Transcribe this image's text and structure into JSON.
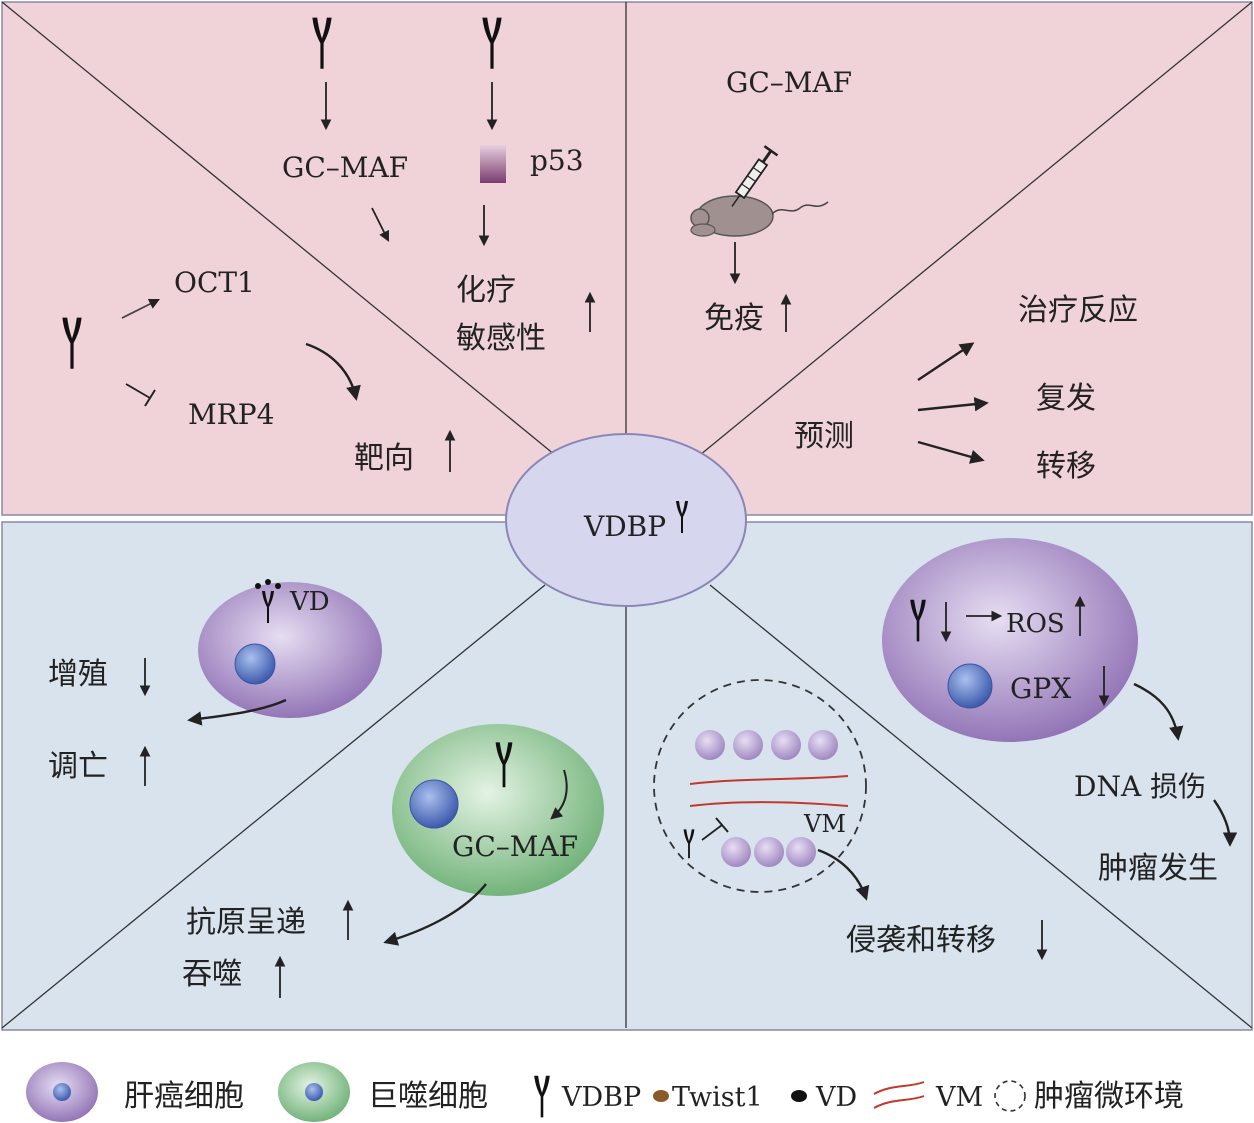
{
  "center": {
    "label": "VDBP"
  },
  "top_left": {
    "gcmaf": "GC–MAF",
    "p53": "p53",
    "chemo_line1": "化疗",
    "chemo_line2": "敏感性",
    "oct1": "OCT1",
    "mrp4": "MRP4",
    "targeting": "靶向"
  },
  "top_right": {
    "gcmaf": "GC–MAF",
    "immunity": "免疫",
    "predict": "预测",
    "treatment_response": "治疗反应",
    "recurrence": "复发",
    "metastasis": "转移"
  },
  "bottom_left": {
    "vd": "VD",
    "proliferation": "增殖",
    "apoptosis": "调亡",
    "gcmaf": "GC–MAF",
    "antigen_presentation": "抗原呈递",
    "phagocytosis": "吞噬"
  },
  "bottom_right": {
    "ros": "ROS",
    "gpx": "GPX",
    "dna_damage": "DNA 损伤",
    "tumorigenesis": "肿瘤发生",
    "vm": "VM",
    "invasion_metastasis": "侵袭和转移"
  },
  "legend": {
    "hcc_cell": "肝癌细胞",
    "macrophage": "巨噬细胞",
    "vdbp": "VDBP",
    "twist1": "Twist1",
    "vd": "VD",
    "vm": "VM",
    "tme": "肿瘤微环境"
  },
  "colors": {
    "top_panel": "#f0d3d8",
    "bottom_panel": "#d8e3ee",
    "center_ellipse": "#d6d6ee",
    "hcc_cell": "#9f83bf",
    "macrophage": "#7fbf86",
    "nucleus": "#5571c4",
    "vm_line": "#c0392b",
    "twist1": "#8b5a2b"
  }
}
